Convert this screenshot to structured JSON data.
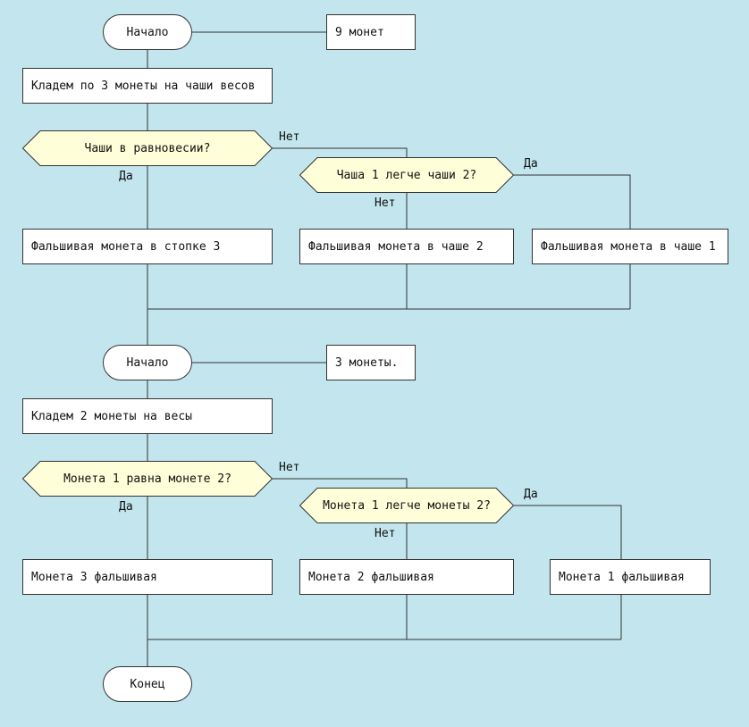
{
  "colors": {
    "background": "#c2e5ee",
    "box_fill": "#ffffff",
    "decision_fill": "#fefed9",
    "stroke": "#333333"
  },
  "flow1": {
    "start": "Начало",
    "note": "9 монет",
    "step": "Кладем по 3 монеты на чаши весов",
    "decision1": "Чаши в равновесии?",
    "decision1_yes": "Да",
    "decision1_no": "Нет",
    "decision2": "Чаша 1 легче чаши 2?",
    "decision2_yes": "Да",
    "decision2_no": "Нет",
    "result_stack3": "Фальшивая монета в стопке 3",
    "result_pan2": "Фальшивая монета в чаше 2",
    "result_pan1": "Фальшивая монета в чаше 1"
  },
  "flow2": {
    "start": "Начало",
    "note": "3 монеты.",
    "step": "Кладем 2 монеты на весы",
    "decision1": "Монета 1 равна монете 2?",
    "decision1_yes": "Да",
    "decision1_no": "Нет",
    "decision2": "Монета 1 легче монеты 2?",
    "decision2_yes": "Да",
    "decision2_no": "Нет",
    "result_coin3": "Монета 3 фальшивая",
    "result_coin2": "Монета 2 фальшивая",
    "result_coin1": "Монета 1 фальшивая",
    "end": "Конец"
  }
}
